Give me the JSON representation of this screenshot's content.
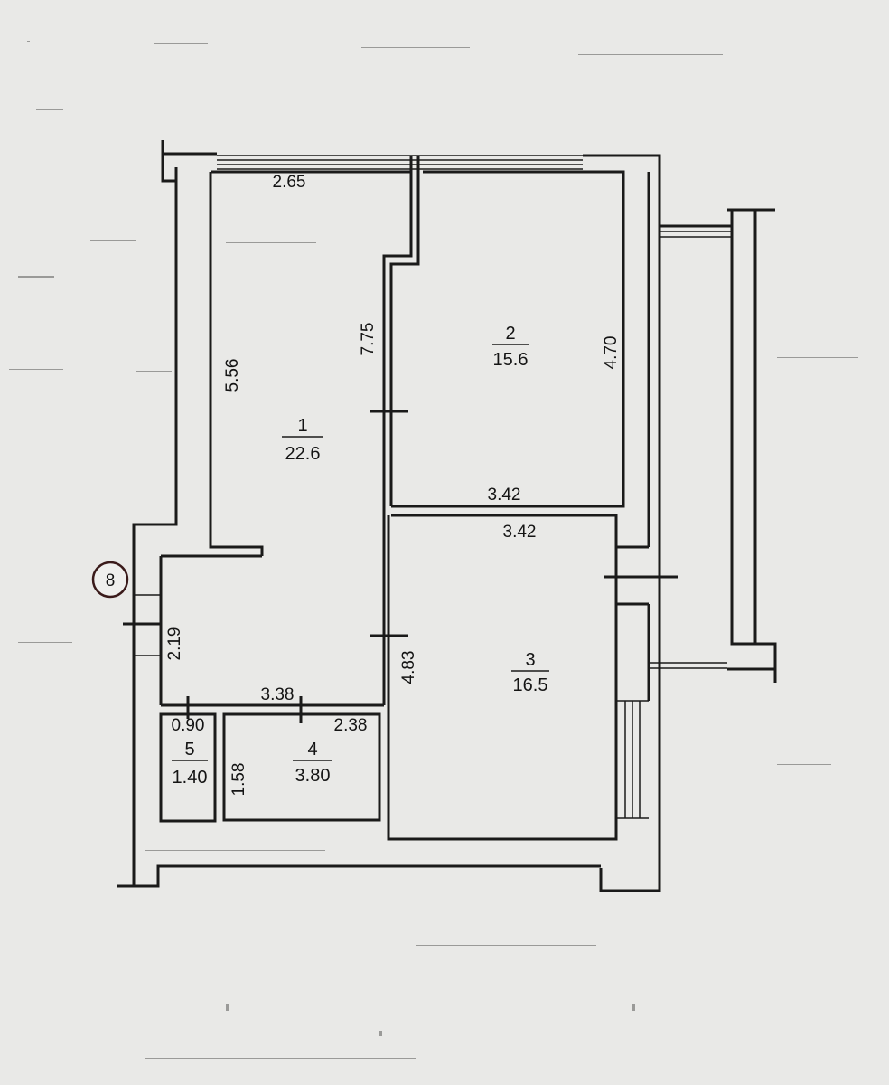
{
  "plan_number": "8",
  "rooms": [
    {
      "number": "1",
      "area": "22.6"
    },
    {
      "number": "2",
      "area": "15.6"
    },
    {
      "number": "3",
      "area": "16.5"
    },
    {
      "number": "4",
      "area": "3.80"
    },
    {
      "number": "5",
      "area": "1.40"
    }
  ],
  "dimensions": {
    "room1_top": "2.65",
    "room1_left": "5.56",
    "room1_right": "7.75",
    "room2_right": "4.70",
    "room2_bottom": "3.42",
    "room3_top": "3.42",
    "room3_left": "4.83",
    "hall_left": "2.19",
    "hall_bottom": "3.38",
    "room5_top": "0.90",
    "room4_top": "2.38",
    "room4_left": "1.58"
  }
}
